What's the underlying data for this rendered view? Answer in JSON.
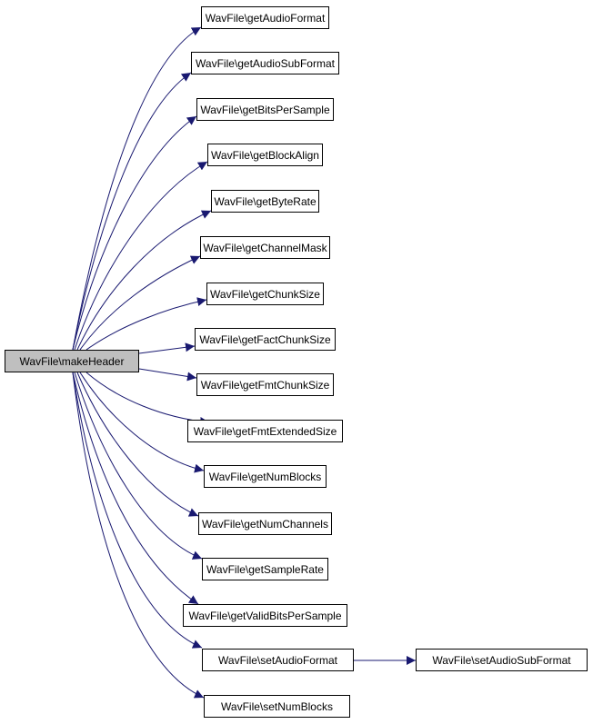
{
  "diagram": {
    "edge_color": "#191970",
    "root": {
      "label": "WavFile\\makeHeader",
      "fill": "#bfbfbf"
    },
    "callees": [
      "WavFile\\getAudioFormat",
      "WavFile\\getAudioSubFormat",
      "WavFile\\getBitsPerSample",
      "WavFile\\getBlockAlign",
      "WavFile\\getByteRate",
      "WavFile\\getChannelMask",
      "WavFile\\getChunkSize",
      "WavFile\\getFactChunkSize",
      "WavFile\\getFmtChunkSize",
      "WavFile\\getFmtExtendedSize",
      "WavFile\\getNumBlocks",
      "WavFile\\getNumChannels",
      "WavFile\\getSampleRate",
      "WavFile\\getValidBitsPerSample",
      "WavFile\\setAudioFormat",
      "WavFile\\setNumBlocks"
    ],
    "sub_callee": {
      "label": "WavFile\\setAudioSubFormat",
      "caller": "WavFile\\setAudioFormat"
    }
  }
}
